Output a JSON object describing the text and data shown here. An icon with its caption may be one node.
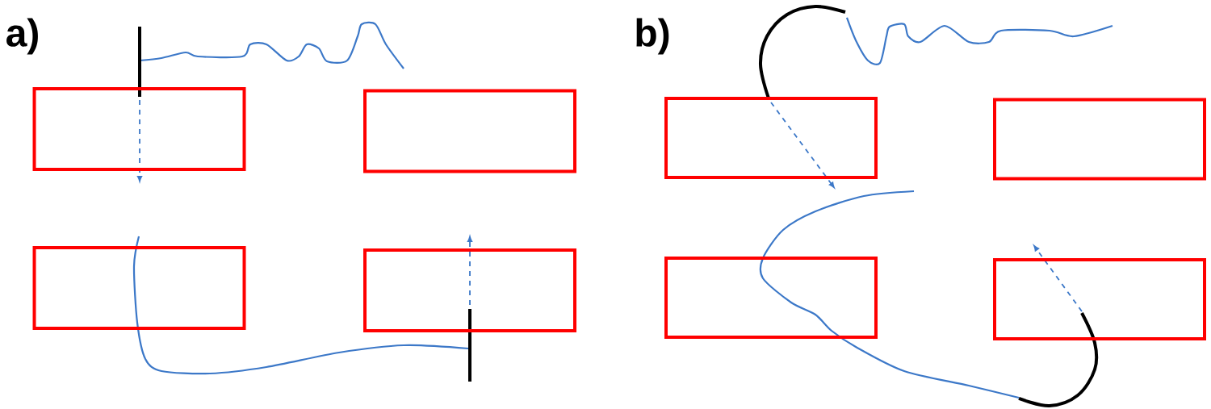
{
  "diagram": {
    "nodes": [
      {
        "text": [],
        "shape": "box"
      },
      {
        "text": [],
        "shape": "box"
      },
      {
        "text": [],
        "shape": "box"
      },
      {
        "text": [],
        "shape": "box"
      },
      {
        "text": [],
        "shape": "box"
      },
      {
        "text": [],
        "shape": "box"
      },
      {
        "text": [],
        "shape": "box"
      },
      {
        "text": [],
        "shape": "box"
      }
    ],
    "labels": [
      "a)",
      "b)"
    ]
  }
}
